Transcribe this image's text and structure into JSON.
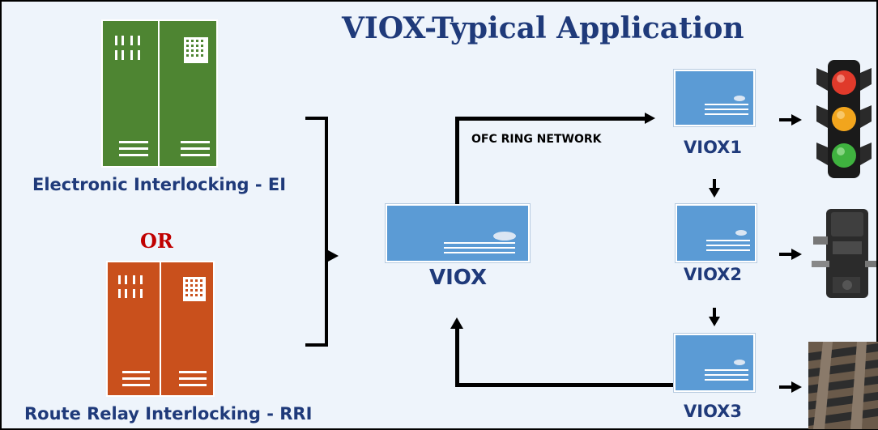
{
  "title": "VIOX-Typical Application",
  "interlocking": {
    "ei_label": "Electronic Interlocking - EI",
    "or_label": "OR",
    "rri_label": "Route Relay Interlocking - RRI"
  },
  "network": {
    "main_device_label": "VIOX",
    "ring_label": "OFC RING NETWORK",
    "nodes": [
      {
        "label": "VIOX1",
        "device": "traffic-signal"
      },
      {
        "label": "VIOX2",
        "device": "point-machine"
      },
      {
        "label": "VIOX3",
        "device": "railway-track"
      }
    ]
  },
  "colors": {
    "title": "#1f3a7a",
    "or": "#c00000",
    "ei_cabinet": "#4e8532",
    "rri_cabinet": "#c9501c",
    "viox_box": "#5b9bd5"
  }
}
